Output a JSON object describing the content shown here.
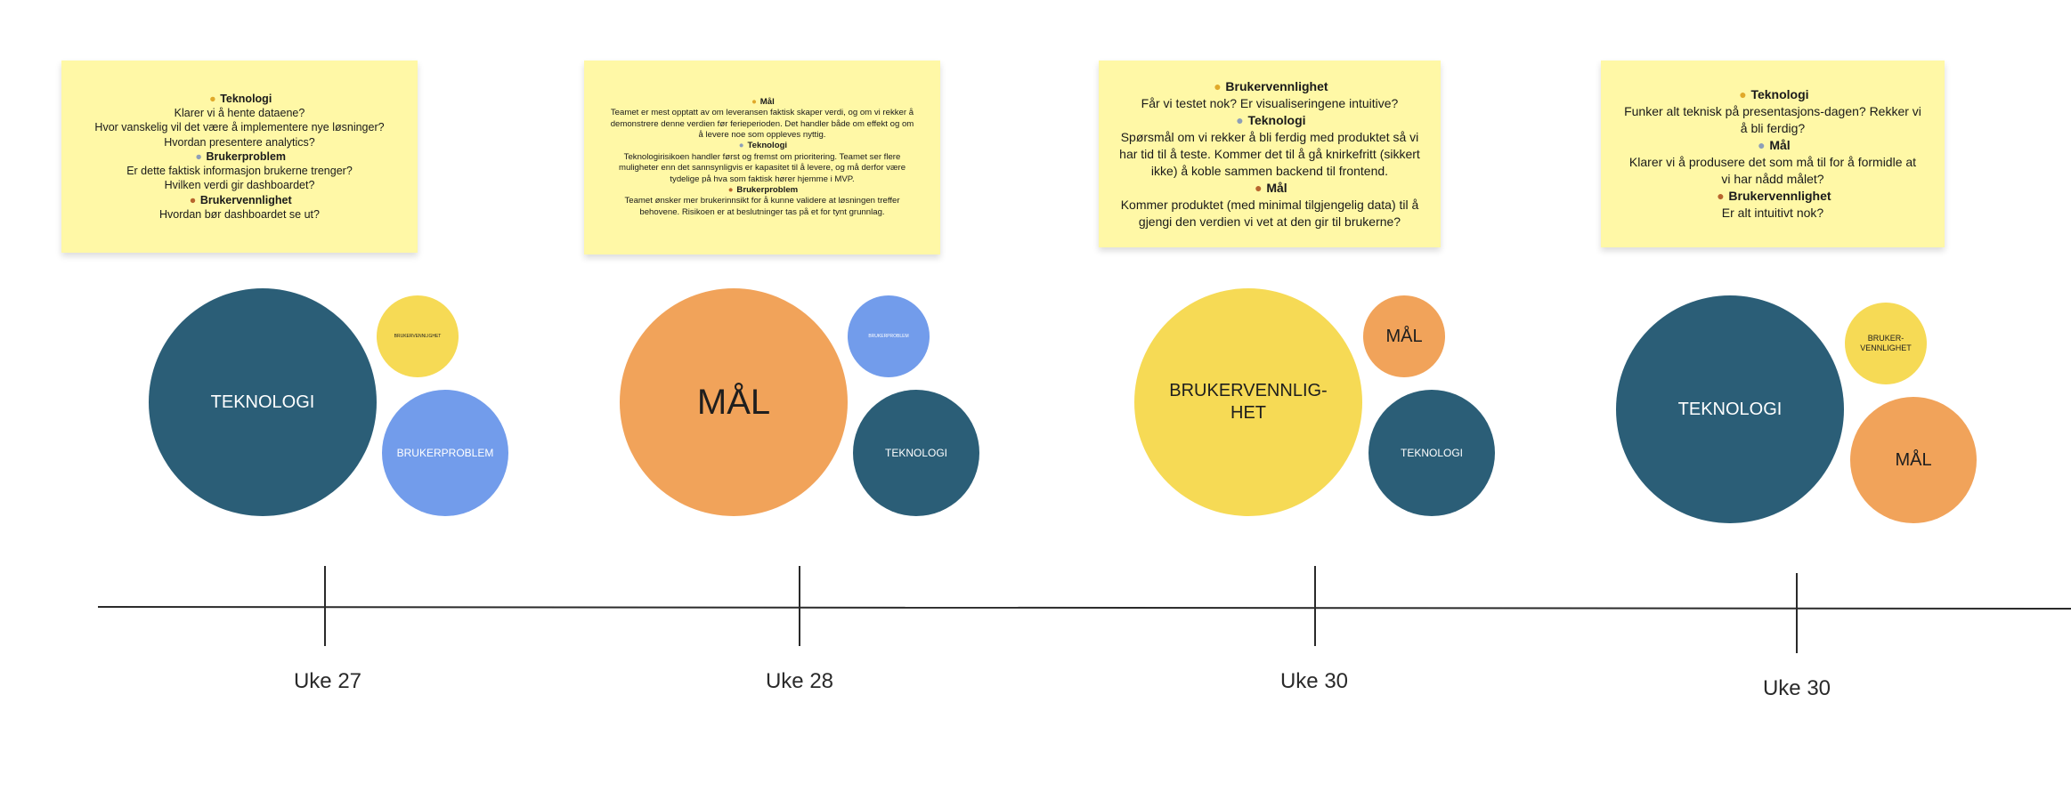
{
  "colors": {
    "note": "#fff8a6",
    "teal": "#2b5e77",
    "orange": "#f1a35a",
    "yellow": "#f6da55",
    "blue": "#729ceb",
    "line": "#2a2a2a"
  },
  "notes": [
    {
      "lines": [
        {
          "medal": "gold-medal-icon",
          "text": "Teknologi",
          "bold": true
        },
        {
          "text": "Klarer vi å hente dataene?"
        },
        {
          "text": "Hvor vanskelig vil det være å implementere nye løsninger?"
        },
        {
          "text": "Hvordan presentere analytics?"
        },
        {
          "medal": "silver-medal-icon",
          "text": "Brukerproblem",
          "bold": true
        },
        {
          "text": "Er dette faktisk informasjon brukerne trenger?"
        },
        {
          "text": "Hvilken verdi gir dashboardet?"
        },
        {
          "medal": "bronze-medal-icon",
          "text": "Brukervennlighet",
          "bold": true
        },
        {
          "text": "Hvordan bør dashboardet se ut?"
        }
      ]
    },
    {
      "lines": [
        {
          "medal": "gold-medal-icon",
          "text": "Mål",
          "bold": true
        },
        {
          "text": "Teamet er mest opptatt av om leveransen faktisk skaper verdi, og om vi rekker å demonstrere denne verdien før ferieperioden. Det handler både om effekt og om å levere noe som oppleves nyttig."
        },
        {
          "medal": "silver-medal-icon",
          "text": "Teknologi",
          "bold": true
        },
        {
          "text": "Teknologirisikoen handler først og fremst om prioritering. Teamet ser flere muligheter enn det sannsynligvis er kapasitet til å levere, og må derfor være tydelige på hva som faktisk hører hjemme i MVP."
        },
        {
          "medal": "bronze-medal-icon",
          "text": "Brukerproblem",
          "bold": true
        },
        {
          "text": "Teamet ønsker mer brukerinnsikt for å kunne validere at løsningen treffer behovene. Risikoen er at beslutninger tas på et for tynt grunnlag."
        }
      ]
    },
    {
      "lines": [
        {
          "medal": "gold-medal-icon",
          "text": "Brukervennlighet",
          "bold": true
        },
        {
          "text": "Får vi testet nok? Er visualiseringene intuitive?"
        },
        {
          "medal": "silver-medal-icon",
          "text": "Teknologi",
          "bold": true
        },
        {
          "text": "Spørsmål om vi rekker å bli ferdig med produktet så vi har tid til å teste. Kommer det til å gå knirkefritt (sikkert ikke) å koble sammen backend til frontend."
        },
        {
          "medal": "bronze-medal-icon",
          "text": "Mål",
          "bold": true
        },
        {
          "text": "Kommer produktet (med minimal tilgjengelig data) til å gjengi den verdien vi vet at den gir til brukerne?"
        }
      ]
    },
    {
      "lines": [
        {
          "medal": "gold-medal-icon",
          "text": "Teknologi",
          "bold": true
        },
        {
          "text": "Funker alt teknisk på presentasjons-dagen? Rekker vi å bli ferdig?"
        },
        {
          "medal": "silver-medal-icon",
          "text": "Mål",
          "bold": true
        },
        {
          "text": "Klarer vi å produsere det som må til for å formidle at vi har nådd målet?"
        },
        {
          "medal": "bronze-medal-icon",
          "text": "Brukervennlighet",
          "bold": true
        },
        {
          "text": "Er alt intuitivt nok?"
        }
      ]
    }
  ],
  "circles": [
    {
      "label": "TEKNOLOGI"
    },
    {
      "label": "BRUKERVENNLIGHET"
    },
    {
      "label": "BRUKERPROBLEM"
    },
    {
      "label": "MÅL"
    },
    {
      "label": "BRUKERPROBLEM"
    },
    {
      "label": "TEKNOLOGI"
    },
    {
      "label": "BRUKERVENNLIG-HET"
    },
    {
      "label": "MÅL"
    },
    {
      "label": "TEKNOLOGI"
    },
    {
      "label": "TEKNOLOGI"
    },
    {
      "label": "BRUKER-VENNLIGHET"
    },
    {
      "label": "MÅL"
    }
  ],
  "timeline": {
    "weeks": [
      "Uke 27",
      "Uke 28",
      "Uke 30",
      "Uke 30"
    ]
  }
}
